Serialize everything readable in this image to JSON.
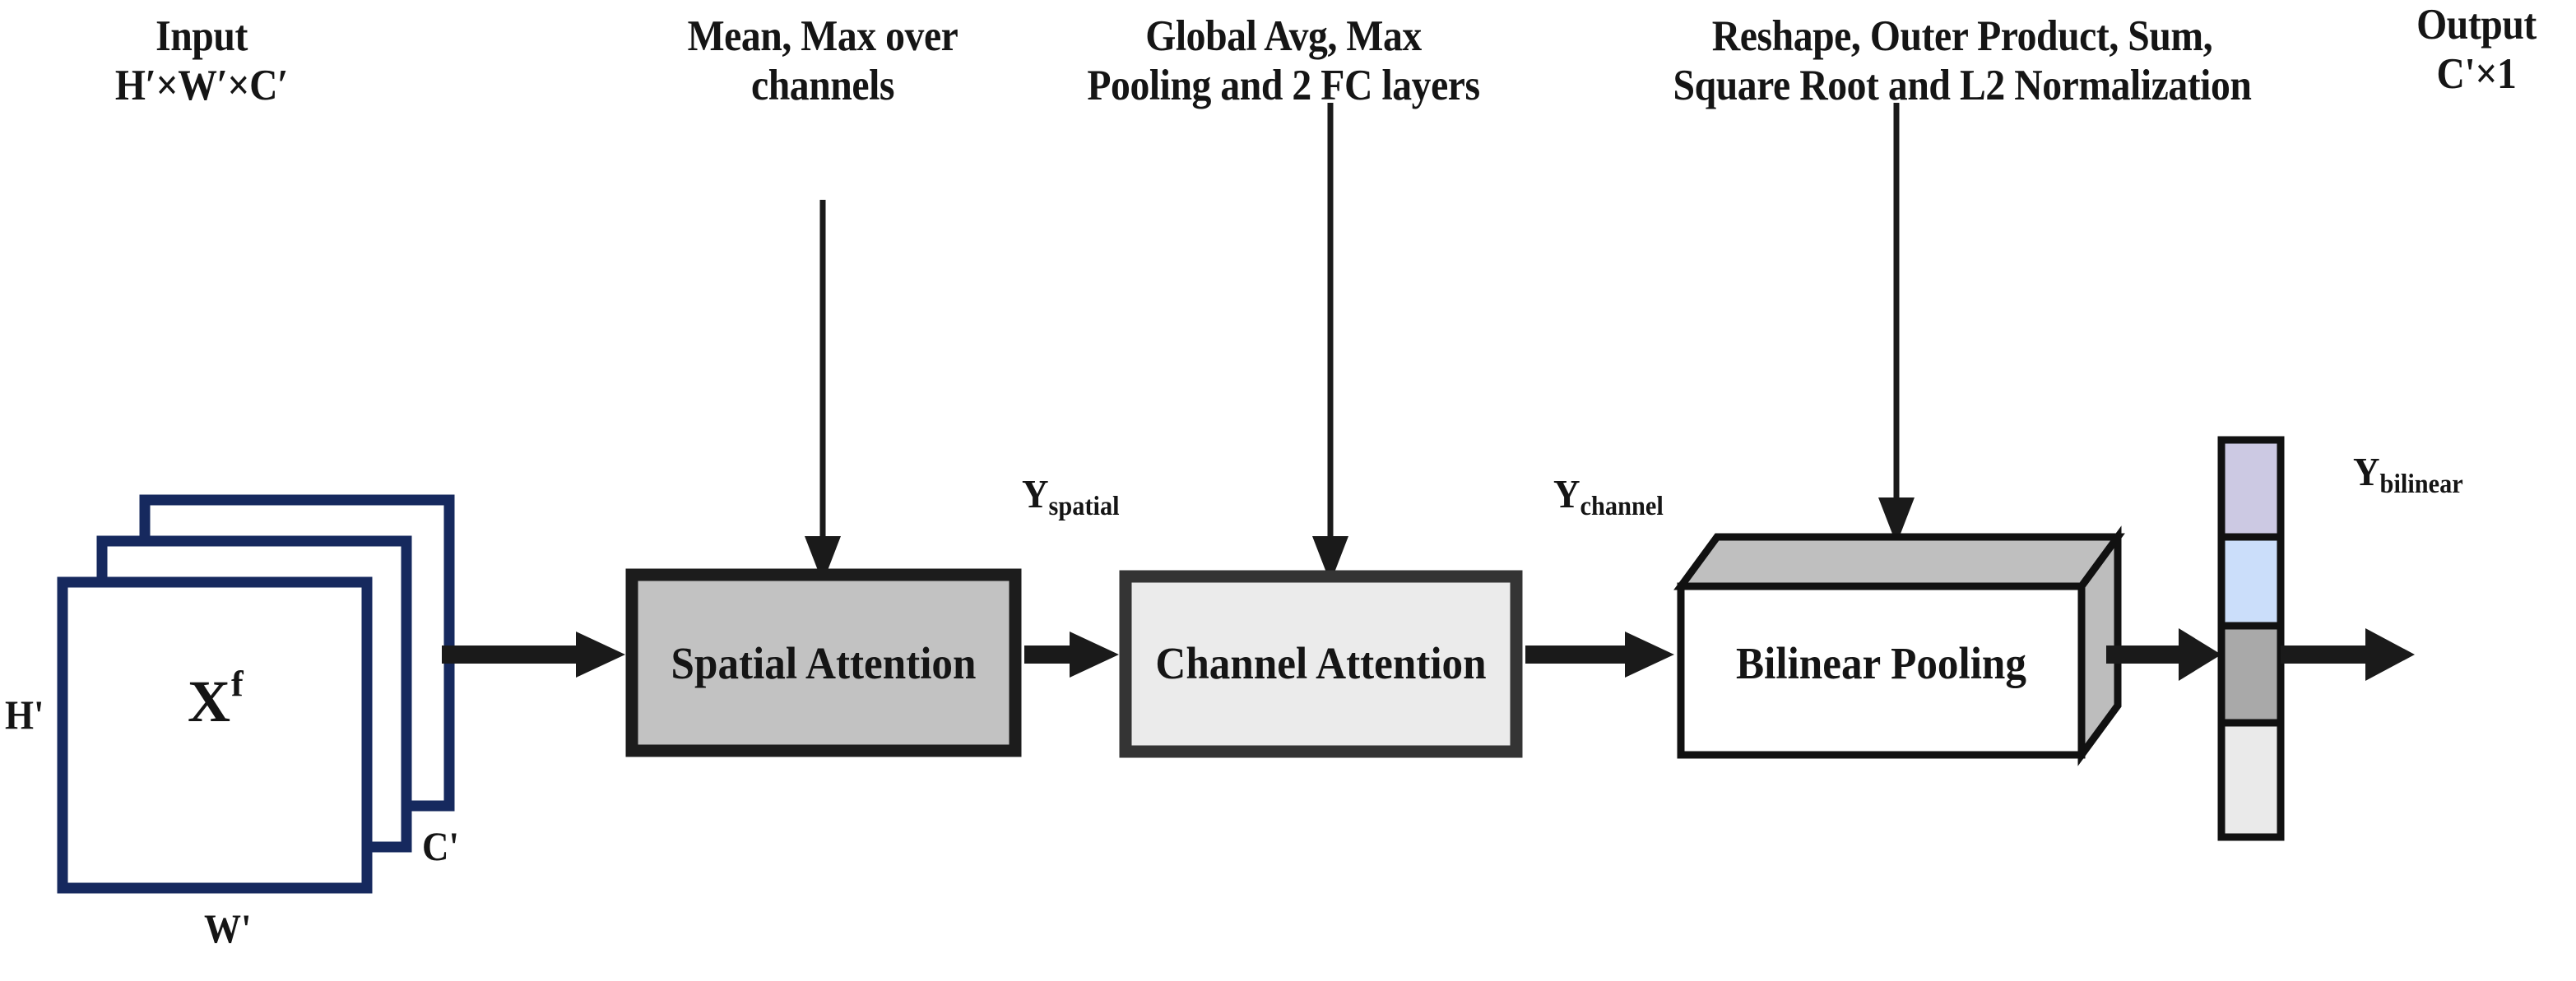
{
  "figure": {
    "type": "architecture-block-diagram",
    "background": "#ffffff"
  },
  "captions": {
    "input": {
      "line1": "Input",
      "line2": "H′×W′×C′"
    },
    "spatial": {
      "line1": "Mean, Max over",
      "line2": "channels"
    },
    "channel": {
      "line1": "Global Avg, Max",
      "line2": "Pooling and 2 FC layers"
    },
    "bilinear": {
      "line1": "Reshape, Outer Product, Sum,",
      "line2": "Square Root and L2 Normalization"
    },
    "output": {
      "line1": "Output",
      "line2": "C'×1"
    }
  },
  "input_tensor": {
    "symbol": "X",
    "superscript": "f",
    "height_label": "H'",
    "width_label": "W'",
    "depth_label": "C'",
    "border_color": "#16295e",
    "fill_color": "#ffffff",
    "slices": 3
  },
  "blocks": [
    {
      "id": "spatial-attention",
      "label": "Spatial Attention",
      "fill": "#c2c2c2",
      "border": "#1c1c1c",
      "shape": "rect"
    },
    {
      "id": "channel-attention",
      "label": "Channel Attention",
      "fill": "#ebebeb",
      "border": "#343434",
      "shape": "rect"
    },
    {
      "id": "bilinear-pooling",
      "label": "Bilinear Pooling",
      "fill": "#ffffff",
      "top_face_fill": "#bfbfbf",
      "side_face_fill": "#bdbdbd",
      "border": "#111111",
      "shape": "cuboid"
    }
  ],
  "intermediate_labels": {
    "spatial_out_base": "Y",
    "spatial_out_sub": "spatial",
    "channel_out_base": "Y",
    "channel_out_sub": "channel",
    "bilinear_out_base": "Y",
    "bilinear_out_sub": "bilinear"
  },
  "output_vector": {
    "border": "#111111",
    "cells": [
      {
        "index": 1,
        "color": "#ccc9e3"
      },
      {
        "index": 2,
        "color": "#cbdefa"
      },
      {
        "index": 3,
        "color": "#a9a9a9"
      },
      {
        "index": 4,
        "color": "#eaeaea"
      }
    ]
  },
  "arrows": {
    "color": "#1a1a1a",
    "horizontal_count": 5,
    "vertical_count": 3
  }
}
